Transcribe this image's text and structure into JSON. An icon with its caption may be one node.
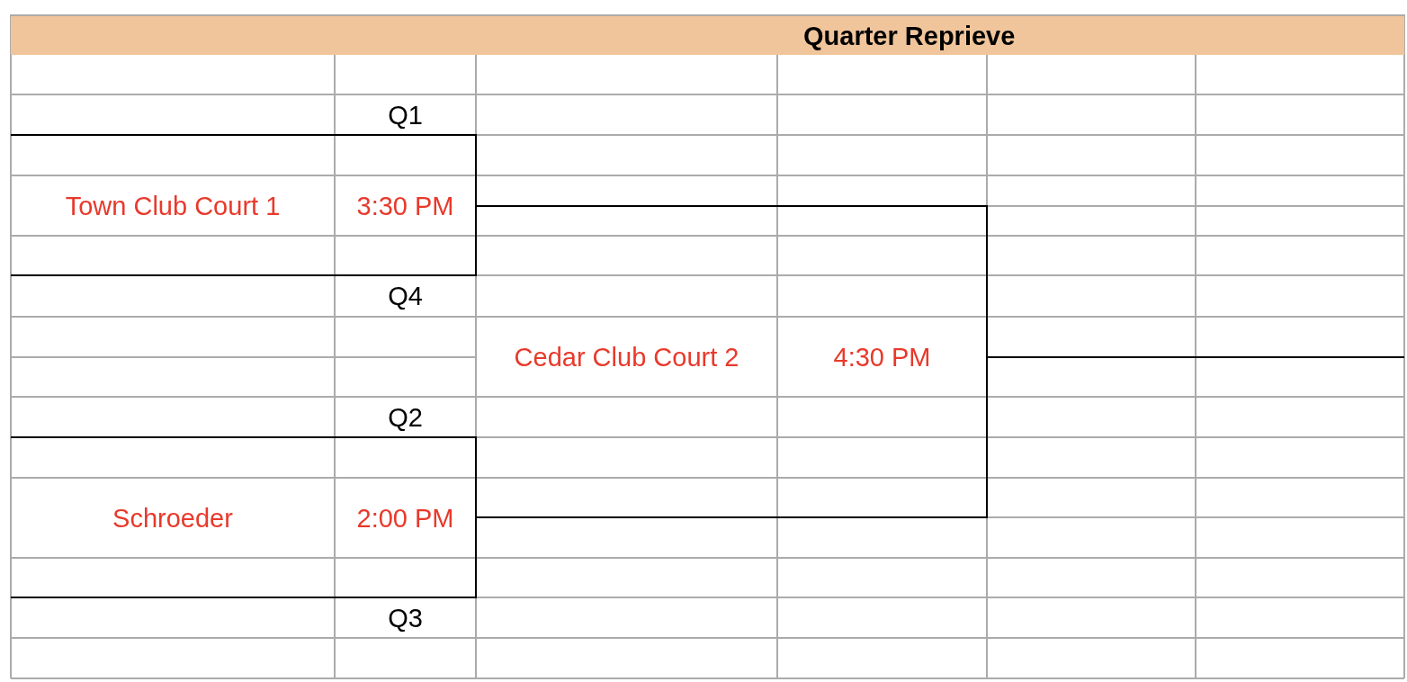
{
  "diagram": {
    "title": "Quarter Reprieve",
    "labels": [
      "Q1",
      "Town Club Court 1",
      "3:30 PM",
      "Q4",
      "Cedar Club Court 2",
      "4:30 PM",
      "Q2",
      "Schroeder",
      "2:00 PM",
      "Q3"
    ]
  }
}
